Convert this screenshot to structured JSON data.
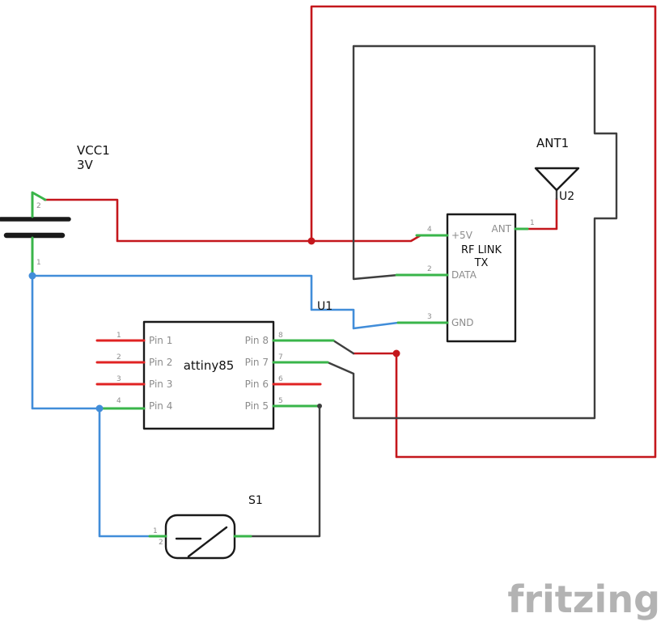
{
  "colors": {
    "wire_red": "#c4171c",
    "wire_blue": "#418dd9",
    "wire_black": "#3f3f3f",
    "pin_green": "#39b54a",
    "pin_red": "#e02323",
    "component_outline": "#1a1a1a",
    "pin_label_gray": "#8c8c8c",
    "watermark_gray": "#b3b3b3"
  },
  "battery": {
    "designator": "VCC1",
    "voltage": "3V",
    "pin_pos_num": "2",
    "pin_neg_num": "1"
  },
  "mcu": {
    "designator": "U1",
    "name": "attiny85",
    "left_pins": [
      {
        "num": "1",
        "label": "Pin 1"
      },
      {
        "num": "2",
        "label": "Pin 2"
      },
      {
        "num": "3",
        "label": "Pin 3"
      },
      {
        "num": "4",
        "label": "Pin 4"
      }
    ],
    "right_pins": [
      {
        "num": "8",
        "label": "Pin 8"
      },
      {
        "num": "7",
        "label": "Pin 7"
      },
      {
        "num": "6",
        "label": "Pin 6"
      },
      {
        "num": "5",
        "label": "Pin 5"
      }
    ]
  },
  "rf_module": {
    "designator": "U2",
    "title_line1": "RF LINK",
    "title_line2": "TX",
    "pins": [
      {
        "num": "4",
        "label": "+5V"
      },
      {
        "num": "1",
        "label": "ANT"
      },
      {
        "num": "2",
        "label": "DATA"
      },
      {
        "num": "3",
        "label": "GND"
      }
    ]
  },
  "antenna": {
    "designator": "ANT1"
  },
  "switch": {
    "designator": "S1",
    "pin1_num": "1",
    "pin2_num": "2"
  },
  "watermark": "fritzing"
}
